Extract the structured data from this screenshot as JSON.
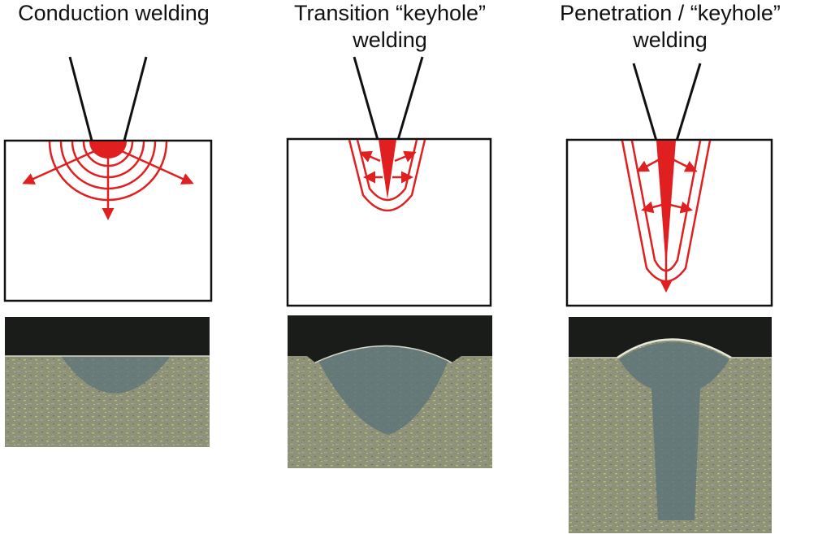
{
  "panels": [
    {
      "title": "Conduction welding"
    },
    {
      "title": "Transition “keyhole”\nwelding"
    },
    {
      "title": "Penetration / “keyhole”\nwelding"
    }
  ],
  "colors": {
    "accent": "#e02020",
    "outline": "#111111",
    "sample_dark": "#1a1c1a",
    "sample_metal": "#8e9278",
    "weld_zone": "#5b7379"
  }
}
